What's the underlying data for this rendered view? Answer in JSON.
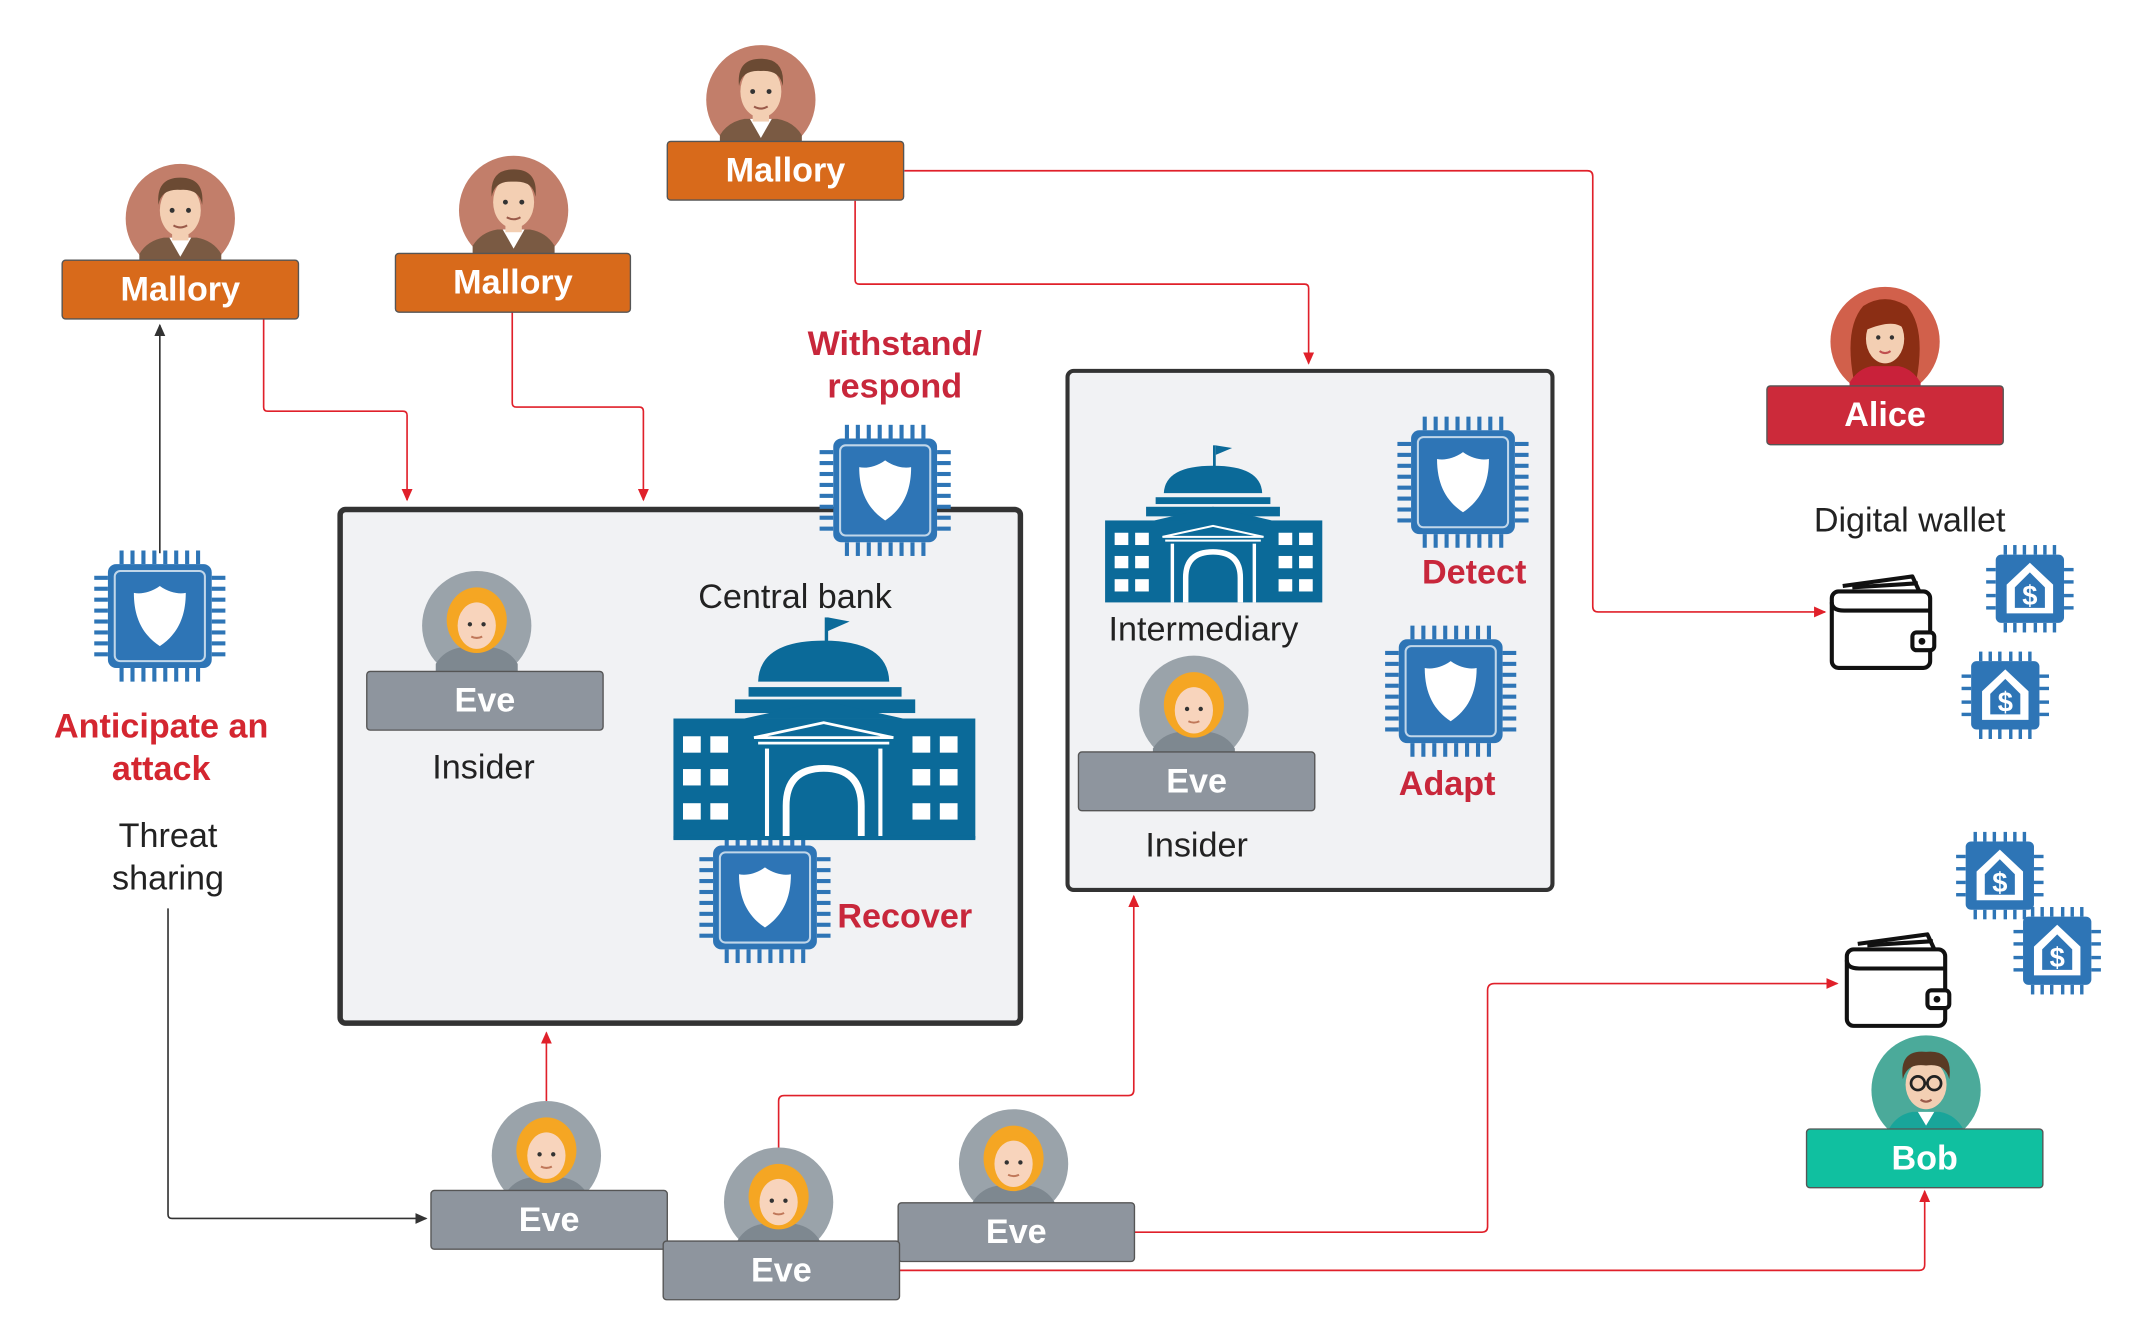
{
  "actors": {
    "mallory_1": "Mallory",
    "mallory_2": "Mallory",
    "mallory_3": "Mallory",
    "alice": "Alice",
    "bob": "Bob",
    "eve_bank": "Eve",
    "eve_intermediary": "Eve",
    "eve_bottom_1": "Eve",
    "eve_bottom_2": "Eve",
    "eve_bottom_3": "Eve"
  },
  "labels": {
    "anticipate": "Anticipate an attack",
    "threat_sharing": "Threat sharing",
    "withstand": "Withstand/ respond",
    "central_bank": "Central bank",
    "insider_bank": "Insider",
    "recover": "Recover",
    "intermediary": "Intermediary",
    "insider_intermediary": "Insider",
    "detect": "Detect",
    "adapt": "Adapt",
    "digital_wallet": "Digital wallet"
  },
  "colors": {
    "mallory": "#D86A1B",
    "alice": "#CC2A3A",
    "bob": "#10C0A0",
    "eve": "#8E959E",
    "chip": "#2E75B6",
    "bank": "#0B6A99",
    "arrow_red": "#E0202A",
    "arrow_black": "#333333"
  },
  "icons": [
    "person-icon",
    "shield-chip-icon",
    "bank-building-icon",
    "wallet-icon",
    "dollar-chip-icon"
  ]
}
